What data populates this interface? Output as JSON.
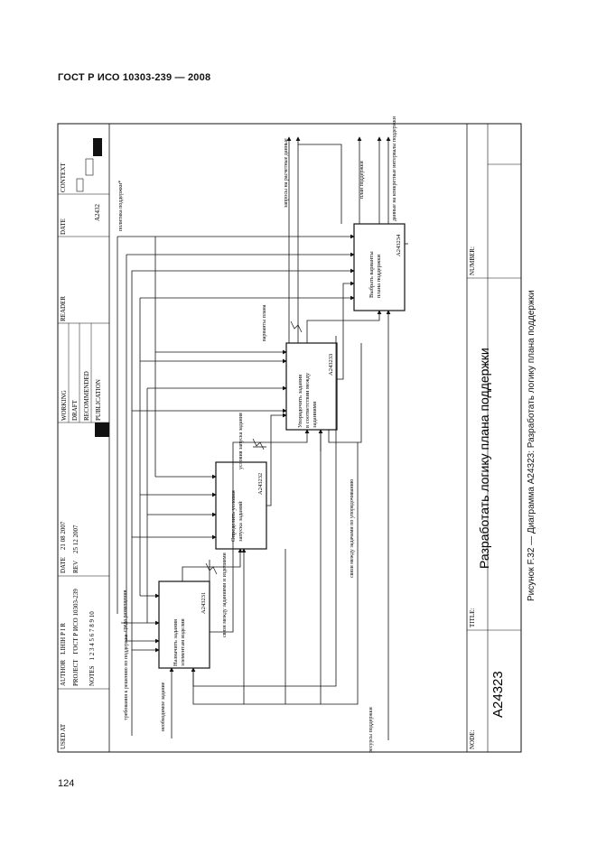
{
  "header": {
    "title": "ГОСТ Р ИСО 10303-239 — 2008"
  },
  "page_number": "124",
  "caption": "Рисунок F.32 — Диаграмма A24323: Разработать логику плана поддержки",
  "frame": {
    "used_at": "USED AT",
    "author_label": "AUTHOR",
    "author_value": "LIHIH P I R",
    "project_label": "PROJECT",
    "project_value": "ГОСТ Р ИСО 10303-239",
    "notes_label": "NOTES",
    "notes_value": "1 2 3 4 5 6 7 8 9 10",
    "date_label": "DATE",
    "date_value": "21 08 2007",
    "rev_label": "REV",
    "rev_value": "25 12 2007",
    "status": [
      "WORKING",
      "DRAFT",
      "RECOMMENDED",
      "PUBLICATION"
    ],
    "reader_label": "READER",
    "reader_date_label": "DATE",
    "context_label": "CONTEXT",
    "context_node": "A2432",
    "node_label": "NODE:",
    "node_value": "A24323",
    "title_label": "TITLE:",
    "title_value": "Разработать логику плана поддержки",
    "number_label": "NUMBER:"
  },
  "boxes": [
    {
      "label": [
        "Назначить задания",
        "элементам изделия"
      ],
      "code": "A243231"
    },
    {
      "label": [
        "Определить условия",
        "запуска заданий"
      ],
      "code": "A243232"
    },
    {
      "label": [
        "Упорядочить задания",
        "в соответствии между",
        "заданиями"
      ],
      "code": "A243233"
    },
    {
      "label": [
        "Выбрать варианты",
        "плана поддержки"
      ],
      "code": "A243234"
    }
  ],
  "arrows": {
    "in_main": "требования к решению по поддержке",
    "in_task": "необходимое задание",
    "ctrl_struct": "среда размещения",
    "ctrl_plan": "политика поддержки*",
    "out_task_links": "связи между заданиями и изделиями",
    "out_conditions": "условия запуска задания",
    "out_variants": "варианты плана",
    "ctrl_task_seq": "связи между задачами по упорядочиванию",
    "out_data_request": "запросы на расчетные данные",
    "out_plan_logic": "план поддержки",
    "out_plan_info": "данные на конкретные интервалы поддержки",
    "mech": "ресурсы поддержки"
  }
}
